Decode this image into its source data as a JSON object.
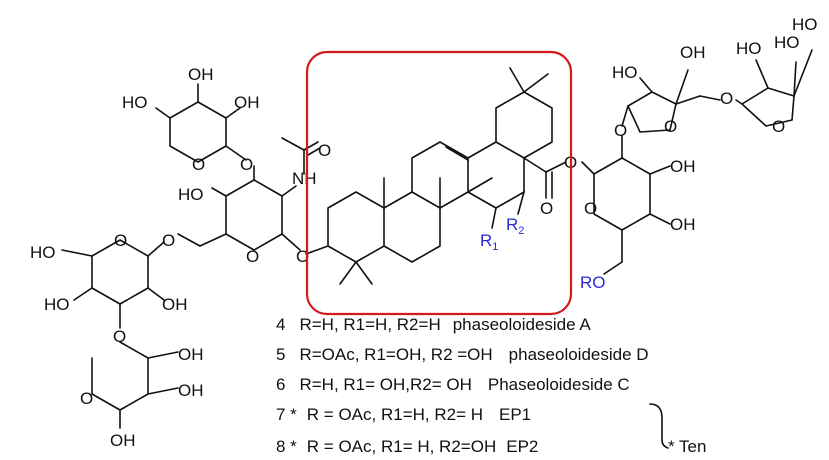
{
  "atom_labels": {
    "oh_top_xylose": "OH",
    "ho_left_xylose": "HO",
    "oh_right_xylose": "OH",
    "o_carbonyl_acetyl": "O",
    "nh": "NH",
    "ho_glcnac": "HO",
    "ho_left_glc": "HO",
    "ho_bottom_left": "HO",
    "oh_bottom_glc": "OH",
    "oh_bottom_xyl_1": "OH",
    "oh_bottom_xyl_2": "OH",
    "oh_bottom_xyl_3": "OH",
    "o_ring_labels": "O",
    "ho_apiose_1": "HO",
    "oh_apiose_1": "OH",
    "ho_apiose_2": "HO",
    "ho_apiose_3": "HO",
    "ho_apiose_4": "HO",
    "oh_right_glc_1": "OH",
    "oh_right_glc_2": "OH",
    "o_ester": "O",
    "ro": "RO",
    "r1": "R",
    "r1_sub": "1",
    "r2": "R",
    "r2_sub": "2"
  },
  "compounds": [
    {
      "num": "4",
      "text": "R=H, R1=H, R2=H",
      "name": "phaseoloideside A"
    },
    {
      "num": "5",
      "text": "R=OAc, R1=OH, R2 =OH",
      "name": "phaseoloideside D"
    },
    {
      "num": "6",
      "text": "R=H, R1= OH,R2= OH",
      "name": "Phaseoloideside C"
    },
    {
      "num": "7 *",
      "text": "R = OAc, R1=H, R2= H",
      "name": "EP1"
    },
    {
      "num": "8 *",
      "text": "R = OAc, R1= H, R2=OH",
      "name": "EP2"
    }
  ],
  "bracket_note": "* Ten",
  "colors": {
    "highlight_box": "#d11a1a",
    "r_groups": "#2a2ad6",
    "bonds": "#111111"
  }
}
